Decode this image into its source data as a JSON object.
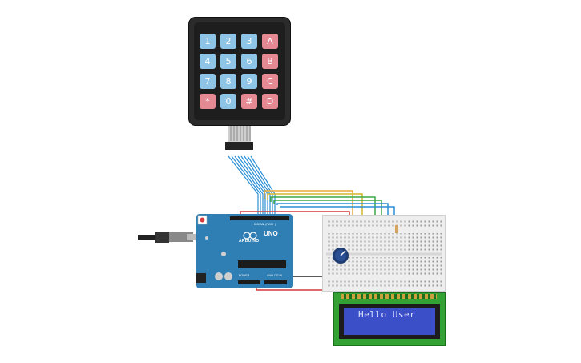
{
  "keypad": {
    "rows": [
      [
        {
          "label": "1",
          "kind": "num"
        },
        {
          "label": "2",
          "kind": "num"
        },
        {
          "label": "3",
          "kind": "num"
        },
        {
          "label": "A",
          "kind": "letter"
        }
      ],
      [
        {
          "label": "4",
          "kind": "num"
        },
        {
          "label": "5",
          "kind": "num"
        },
        {
          "label": "6",
          "kind": "num"
        },
        {
          "label": "B",
          "kind": "letter"
        }
      ],
      [
        {
          "label": "7",
          "kind": "num"
        },
        {
          "label": "8",
          "kind": "num"
        },
        {
          "label": "9",
          "kind": "num"
        },
        {
          "label": "C",
          "kind": "letter"
        }
      ],
      [
        {
          "label": "*",
          "kind": "special"
        },
        {
          "label": "0",
          "kind": "num"
        },
        {
          "label": "#",
          "kind": "special"
        },
        {
          "label": "D",
          "kind": "letter"
        }
      ]
    ]
  },
  "lcd": {
    "line1": "Hello User"
  },
  "arduino": {
    "brand": "ARDUINO",
    "model": "UNO",
    "digital_label": "DIGITAL (PWM~)",
    "power_label": "POWER",
    "analog_label": "ANALOG IN"
  },
  "colors": {
    "wire_blue": "#2a8fd6",
    "wire_orange": "#e8a93a",
    "wire_yellow": "#d4b72b",
    "wire_green": "#3aa845",
    "wire_red": "#d43a3a",
    "wire_black": "#222222",
    "board_blue": "#2f7fb5",
    "lcd_green": "#33a133",
    "lcd_screen": "#3a4fc8"
  }
}
